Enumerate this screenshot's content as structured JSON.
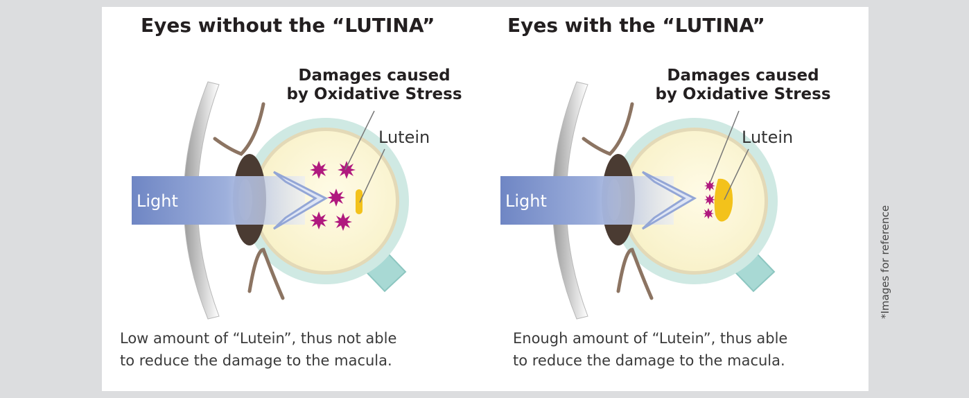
{
  "panels": [
    {
      "title": "Eyes without the “LUTINA”",
      "damage_label_line1": "Damages caused",
      "damage_label_line2": "by Oxidative Stress",
      "lutein_label": "Lutein",
      "light_label": "Light",
      "caption_line1": "Low amount of “Lutein”, thus not able",
      "caption_line2": "to reduce the damage to the macula."
    },
    {
      "title": "Eyes with the “LUTINA”",
      "damage_label_line1": "Damages caused",
      "damage_label_line2": "by Oxidative Stress",
      "lutein_label": "Lutein",
      "light_label": "Light",
      "caption_line1": "Enough amount of “Lutein”, thus able",
      "caption_line2": "to reduce the damage to the macula."
    }
  ],
  "side_note": "*Images for reference",
  "colors": {
    "light_beam": "#6f86c4",
    "damage_star": "#b0197e",
    "lutein": "#f3c21b",
    "eyeball_fill": "#fdf9df",
    "eyeball_rim": "#c9e6e0",
    "lens": "#4a3b32",
    "eyelid": "#8c7462"
  }
}
